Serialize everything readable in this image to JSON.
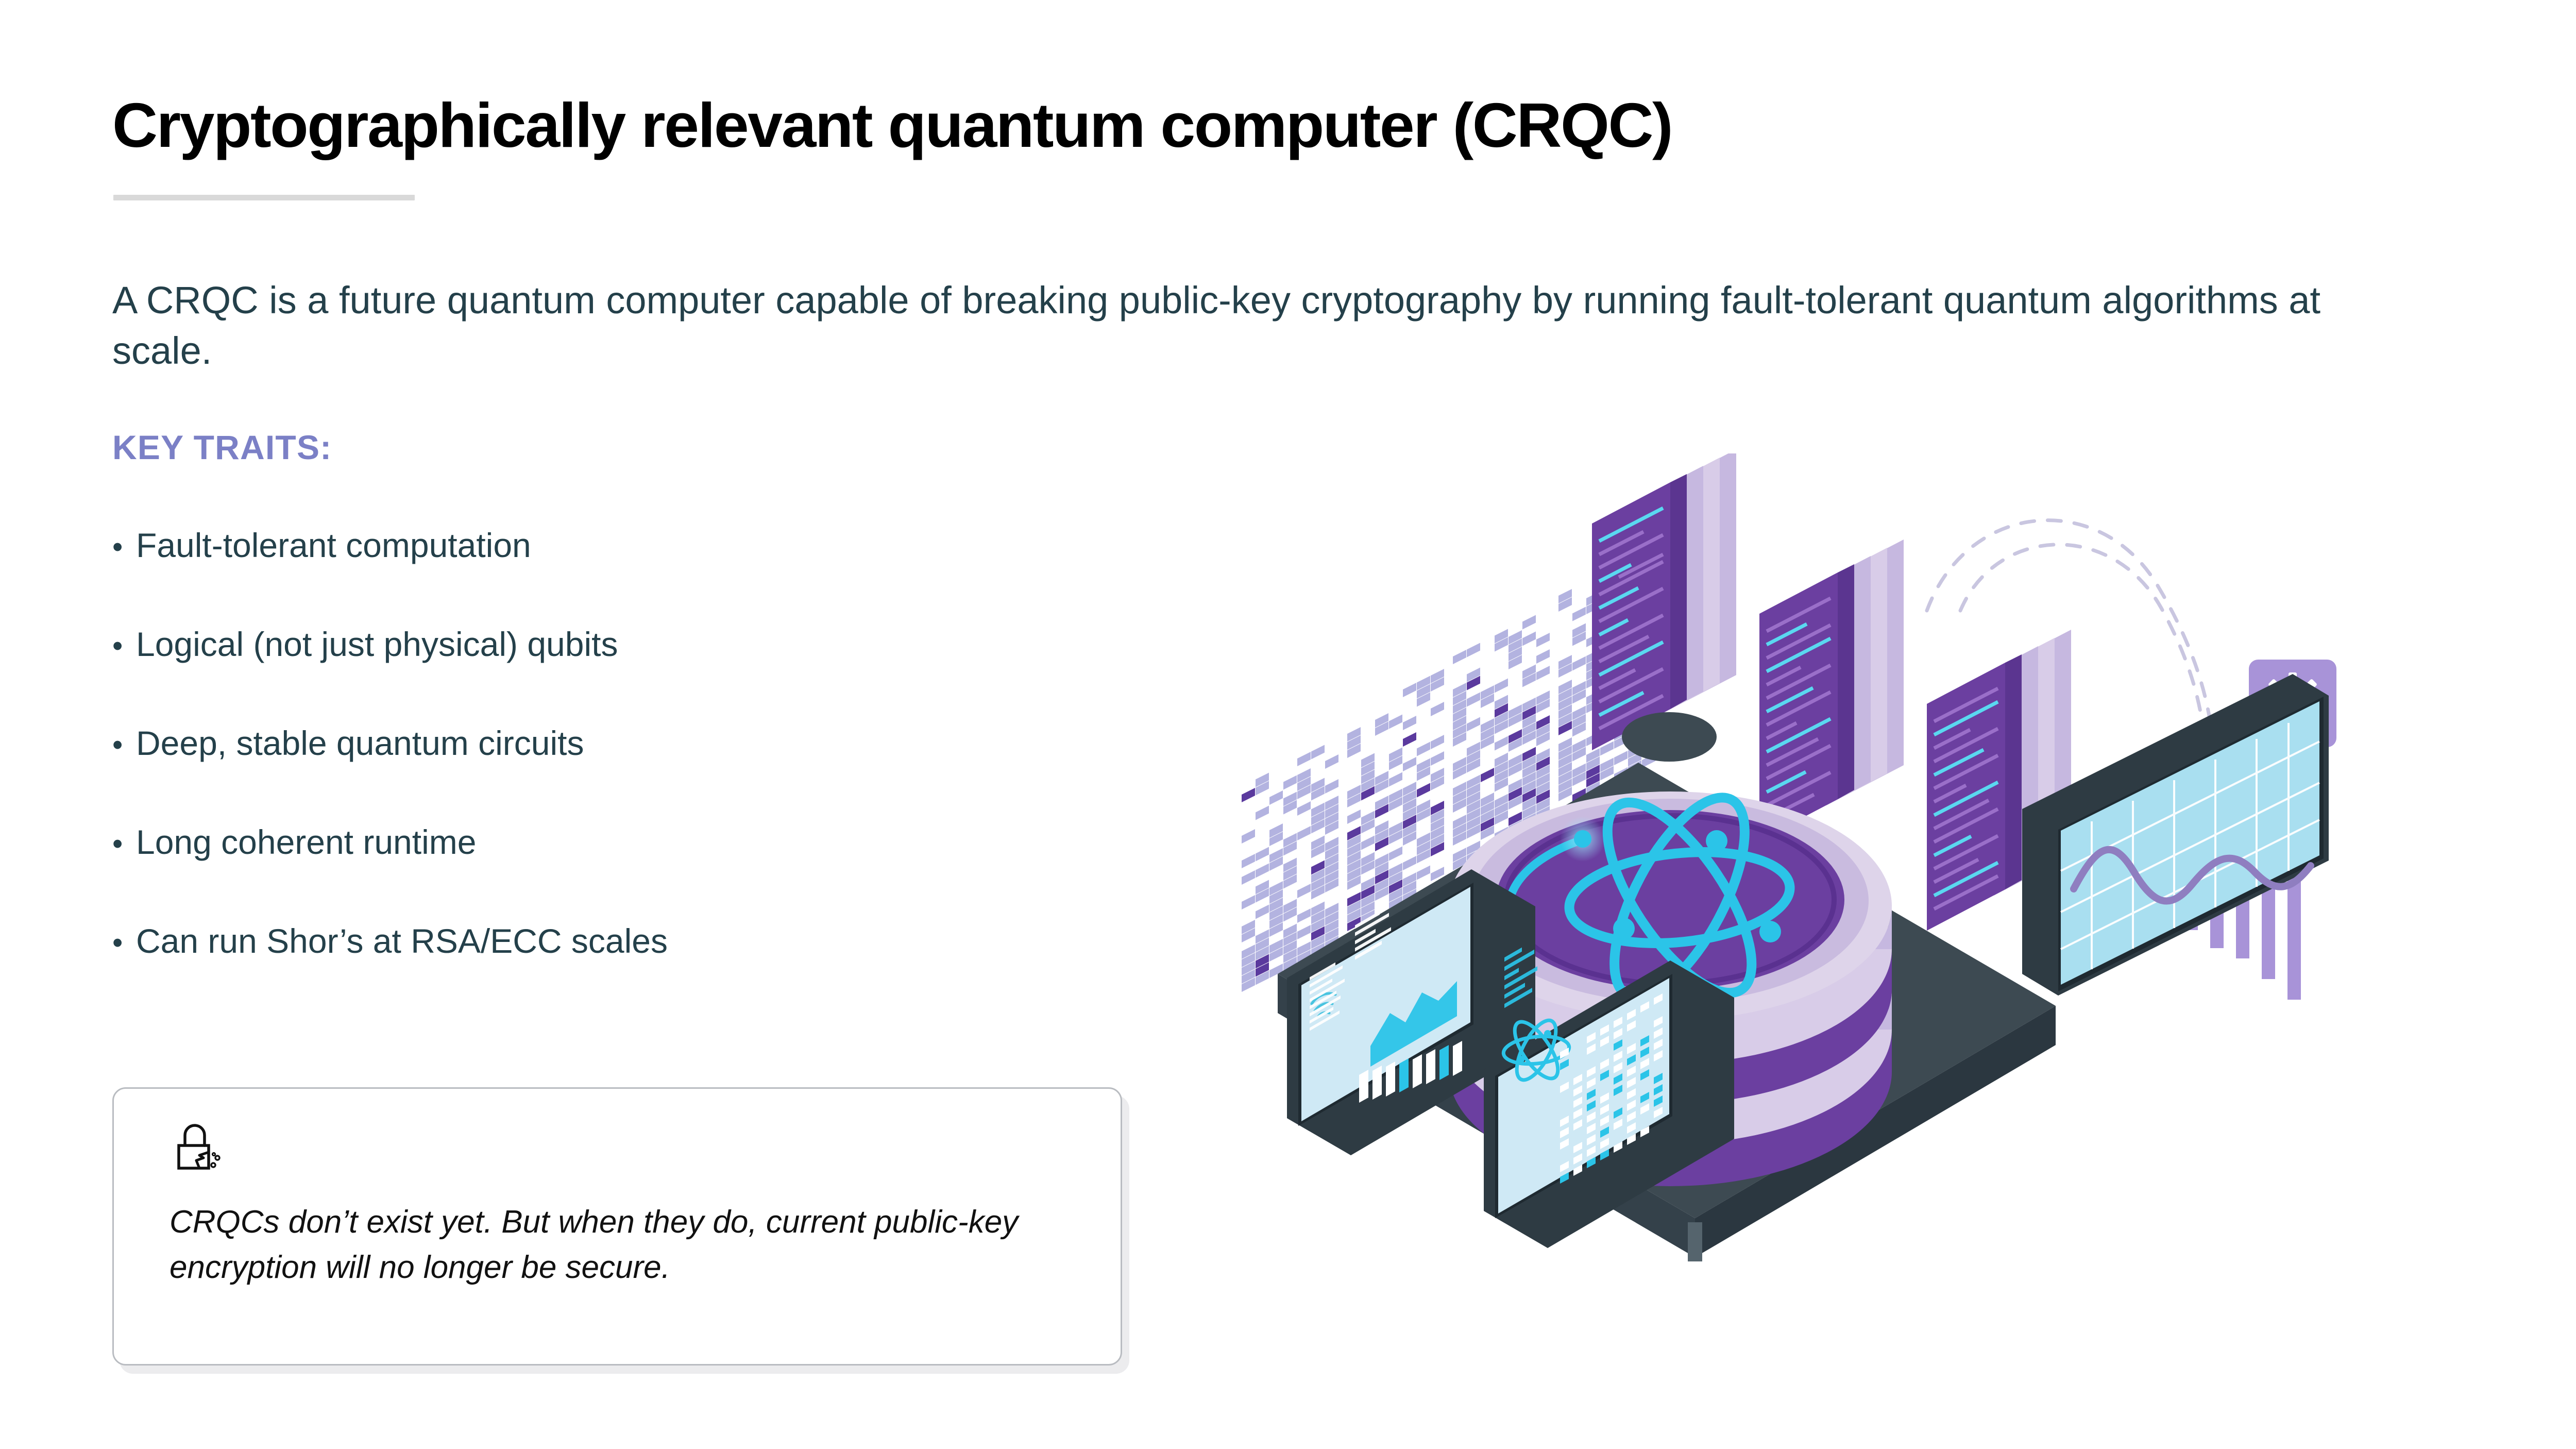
{
  "page": {
    "title": "Cryptographically relevant quantum computer (CRQC)",
    "description": "A CRQC is a future quantum computer capable of breaking public-key cryptography by running fault-tolerant quantum algorithms at scale."
  },
  "key_traits": {
    "label": "KEY TRAITS:",
    "bullet_glyph": "•",
    "items": [
      "Fault-tolerant computation",
      "Logical (not just physical) qubits",
      "Deep, stable quantum circuits",
      "Long coherent runtime",
      "Can run Shor’s at RSA/ECC scales"
    ]
  },
  "callout": {
    "icon": "broken-padlock-icon",
    "text": "CRQCs don’t exist yet. But when they do, current public-key encryption will no longer be secure."
  },
  "illustration": {
    "name": "isometric-quantum-computer-illustration",
    "elements": [
      "pixel-matrix-wall",
      "quantum-core-cylinder",
      "atom-symbol",
      "progress-arc",
      "server-rack-panels",
      "analytics-monitor",
      "gear-icon",
      "bar-chart",
      "dashed-arcs",
      "tablet-dashboard",
      "tablet-qubit-grid",
      "base-platform"
    ]
  },
  "colors": {
    "title": "#000000",
    "body_text": "#24404a",
    "accent_periwinkle": "#7b80c6",
    "divider": "#d9d9d9",
    "callout_border": "#b9bcc1",
    "illustration_purple_deep": "#5b3a9e",
    "illustration_purple": "#6b3fa0",
    "illustration_lavender": "#d8cce8",
    "illustration_lavender_light": "#c6b8e0",
    "illustration_cyan": "#2bc4e8",
    "illustration_slate": "#3d4a52",
    "illustration_periwinkle": "#b3b3e0"
  }
}
